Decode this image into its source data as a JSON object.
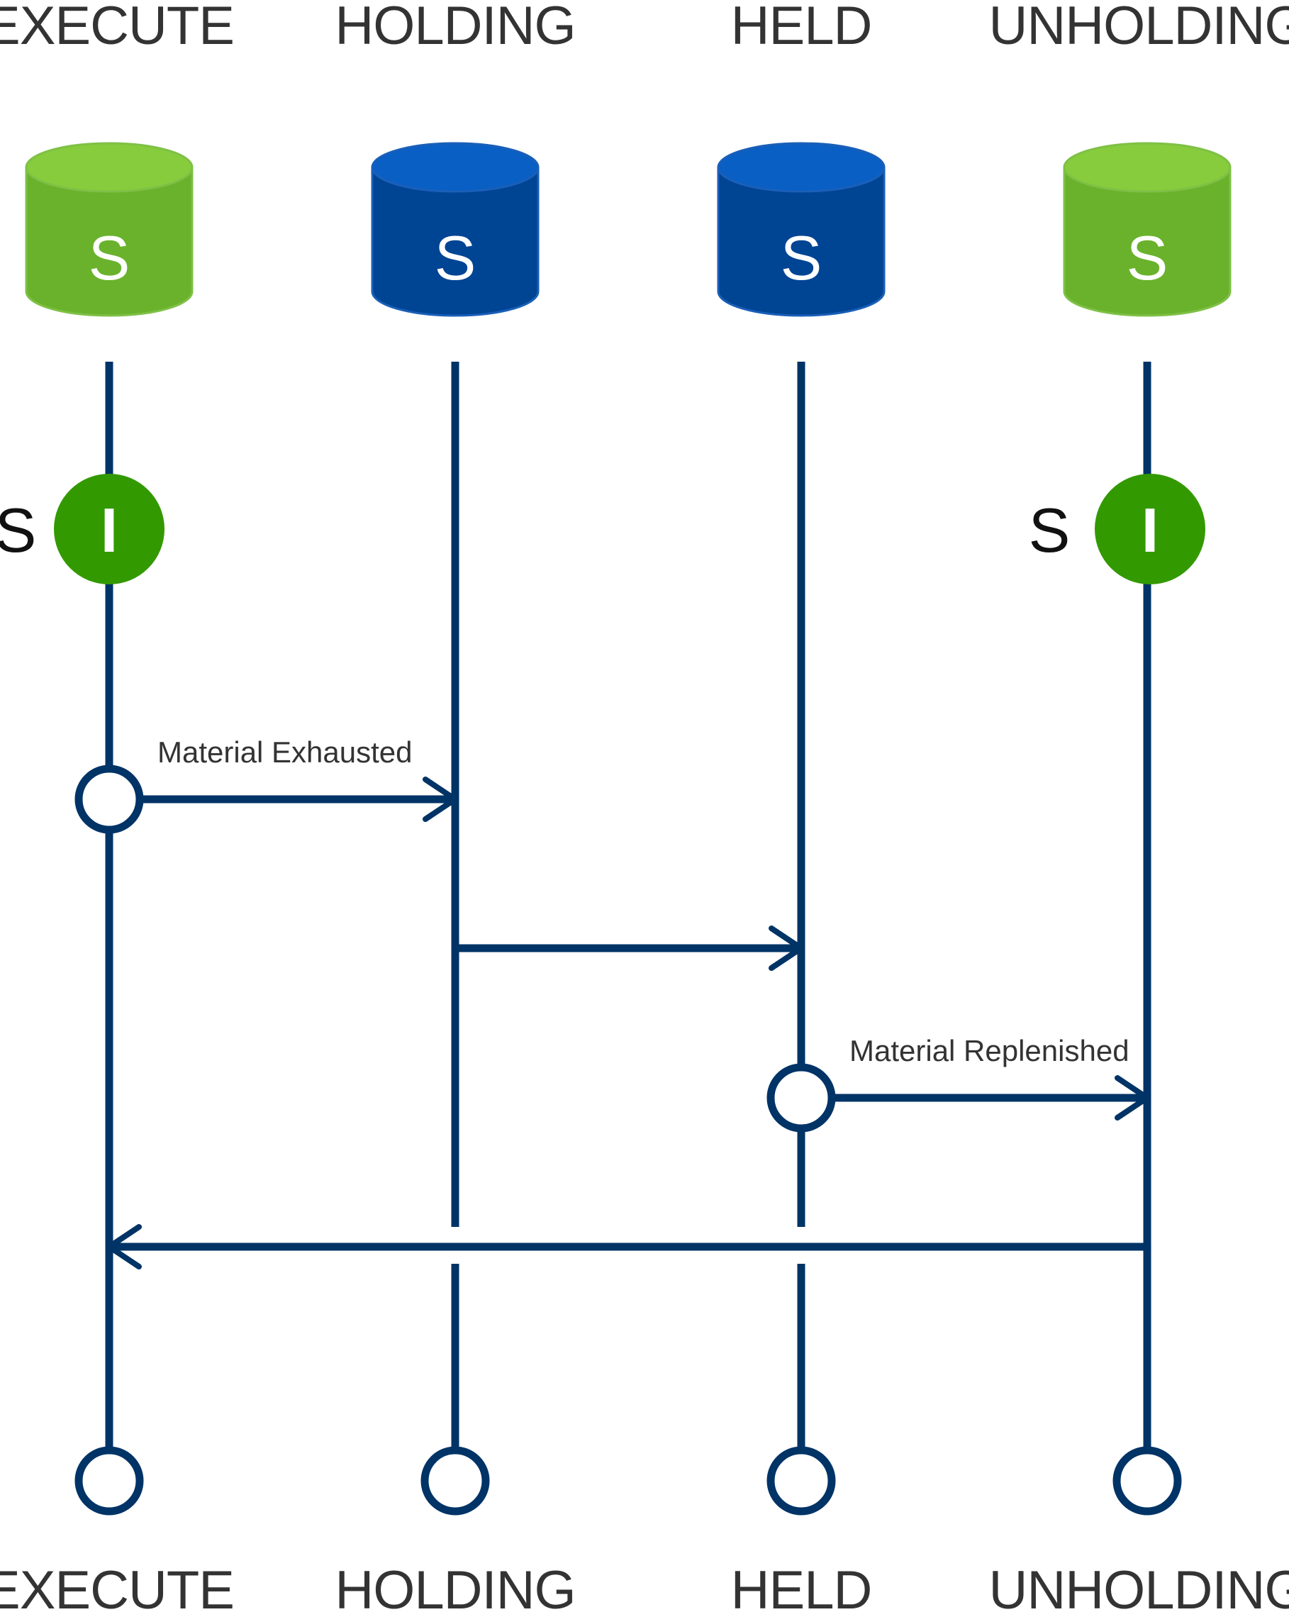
{
  "colors": {
    "line": "#003366",
    "green_body": "#6ab22c",
    "green_top": "#86cc3c",
    "green_edge": "#7fc046",
    "blue_body": "#004494",
    "blue_top": "#0a5fc4",
    "blue_edge": "#1a5fb8",
    "marker_fill": "#339900",
    "text": "#333333"
  },
  "lanes": [
    {
      "id": "execute",
      "label": "EXECUTE",
      "cylinder_letter": "S",
      "cylinder_color": "green"
    },
    {
      "id": "holding",
      "label": "HOLDING",
      "cylinder_letter": "S",
      "cylinder_color": "blue"
    },
    {
      "id": "held",
      "label": "HELD",
      "cylinder_letter": "S",
      "cylinder_color": "blue"
    },
    {
      "id": "unholding",
      "label": "UNHOLDING",
      "cylinder_letter": "S",
      "cylinder_color": "green"
    }
  ],
  "markers": [
    {
      "lane": "execute",
      "side_letter": "S",
      "letter": "I"
    },
    {
      "lane": "unholding",
      "side_letter": "S",
      "letter": "I"
    }
  ],
  "messages": [
    {
      "from": "execute",
      "to": "holding",
      "label": "Material Exhausted",
      "start_circle": true
    },
    {
      "from": "holding",
      "to": "held",
      "label": "",
      "start_circle": false
    },
    {
      "from": "held",
      "to": "unholding",
      "label": "Material Replenished",
      "start_circle": true
    },
    {
      "from": "unholding",
      "to": "execute",
      "label": "",
      "start_circle": false
    }
  ]
}
